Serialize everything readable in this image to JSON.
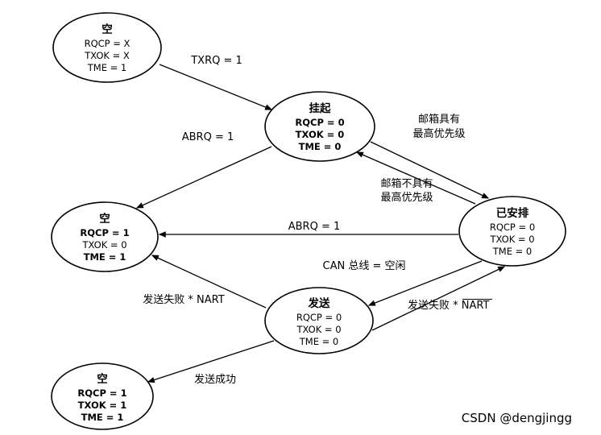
{
  "nodes": [
    {
      "title": "空",
      "lines": [
        "RQCP = X",
        "TXOK = X",
        "TME = 1"
      ]
    },
    {
      "title": "挂起",
      "lines": [
        "RQCP = 0",
        "TXOK = 0",
        "TME = 0"
      ]
    },
    {
      "title": "已安排",
      "lines": [
        "RQCP = 0",
        "TXOK = 0",
        "TME = 0"
      ]
    },
    {
      "title": "空",
      "lines": [
        "RQCP = 1",
        "TXOK = 0",
        "TME = 1"
      ]
    },
    {
      "title": "发送",
      "lines": [
        "RQCP = 0",
        "TXOK = 0",
        "TME = 0"
      ]
    },
    {
      "title": "空",
      "lines": [
        "RQCP = 1",
        "TXOK = 1",
        "TME = 1"
      ]
    }
  ],
  "edges": {
    "txrq": "TXRQ = 1",
    "abrq_from_pending": "ABRQ = 1",
    "highest_priority_line1": "邮箱具有",
    "highest_priority_line2": "最高优先级",
    "not_highest_priority_line1": "邮箱不具有",
    "not_highest_priority_line2": "最高优先级",
    "abrq_from_scheduled": "ABRQ = 1",
    "can_bus_idle": "CAN 总线 = 空闲",
    "transmit_fail_nart": "发送失败 * NART",
    "transmit_fail_nart_bar_prefix": "发送失败 * ",
    "transmit_fail_nart_bar_term": "NART",
    "transmit_success": "发送成功"
  },
  "watermark": {
    "text": "CSDN @dengjingg",
    "color": "#c08585"
  }
}
